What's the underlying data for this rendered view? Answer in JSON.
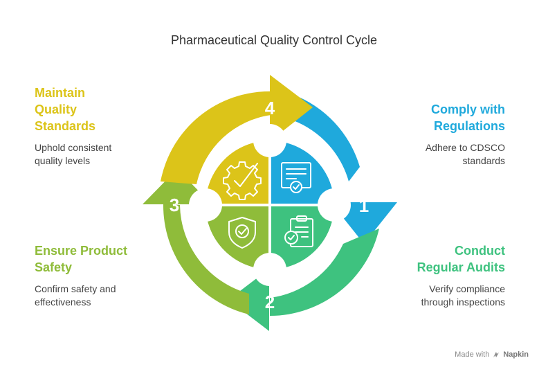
{
  "title": "Pharmaceutical Quality Control Cycle",
  "colors": {
    "step1": "#1fa9dc",
    "step2": "#3ec27f",
    "step3": "#8fbc3a",
    "step4": "#dcc419"
  },
  "steps": [
    {
      "number": "1",
      "title": "Comply with Regulations",
      "title_lines": [
        "Comply with",
        "Regulations"
      ],
      "description_lines": [
        "Adhere to CDSCO",
        "standards"
      ],
      "icon": "certificate-check-icon"
    },
    {
      "number": "2",
      "title": "Conduct Regular Audits",
      "title_lines": [
        "Conduct",
        "Regular Audits"
      ],
      "description_lines": [
        "Verify compliance",
        "through inspections"
      ],
      "icon": "clipboard-check-icon"
    },
    {
      "number": "3",
      "title": "Ensure Product Safety",
      "title_lines": [
        "Ensure Product",
        "Safety"
      ],
      "description_lines": [
        "Confirm safety and",
        "effectiveness"
      ],
      "icon": "shield-check-icon"
    },
    {
      "number": "4",
      "title": "Maintain Quality Standards",
      "title_lines": [
        "Maintain",
        "Quality",
        "Standards"
      ],
      "description_lines": [
        "Uphold consistent",
        "quality levels"
      ],
      "icon": "gear-check-icon"
    }
  ],
  "watermark": {
    "prefix": "Made with",
    "brand": "Napkin"
  }
}
